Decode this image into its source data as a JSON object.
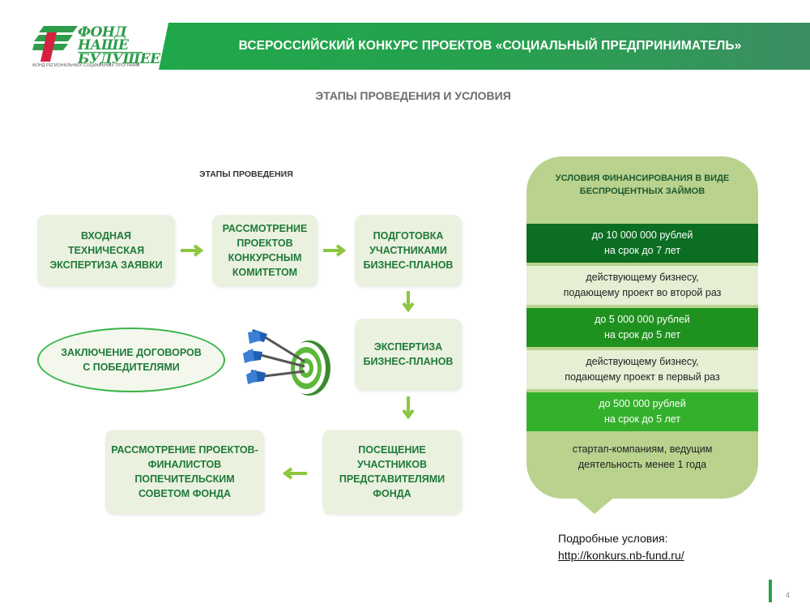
{
  "logo": {
    "line1": "ФОНД",
    "line2": "НАШЕ",
    "line3": "БУДУЩЕЕ",
    "subline": "ФОНД РЕГИОНАЛЬНЫХ СОЦИАЛЬНЫХ ПРОГРАММ"
  },
  "header": {
    "title": "ВСЕРОССИЙСКИЙ КОНКУРС ПРОЕКТОВ «СОЦИАЛЬНЫЙ ПРЕДПРИНИМАТЕЛЬ»"
  },
  "subtitle": "ЭТАПЫ ПРОВЕДЕНИЯ И УСЛОВИЯ",
  "stages": {
    "label": "ЭТАПЫ ПРОВЕДЕНИЯ",
    "items": [
      "ВХОДНАЯ ТЕХНИЧЕСКАЯ ЭКСПЕРТИЗА ЗАЯВКИ",
      "РАССМОТРЕНИЕ ПРОЕКТОВ КОНКУРСНЫМ КОМИТЕТОМ",
      "ПОДГОТОВКА УЧАСТНИКАМИ БИЗНЕС-ПЛАНОВ",
      "ЭКСПЕРТИЗА БИЗНЕС-ПЛАНОВ",
      "ПОСЕЩЕНИЕ УЧАСТНИКОВ ПРЕДСТАВИТЕЛЯМИ ФОНДА",
      "РАССМОТРЕНИЕ ПРОЕКТОВ-ФИНАЛИСТОВ ПОПЕЧИТЕЛЬСКИМ СОВЕТОМ ФОНДА"
    ],
    "final": "ЗАКЛЮЧЕНИЕ ДОГОВОРОВ С ПОБЕДИТЕЛЯМИ"
  },
  "conditions": {
    "title": "УСЛОВИЯ ФИНАНСИРОВАНИЯ В ВИДЕ БЕСПРОЦЕНТНЫХ ЗАЙМОВ",
    "rows": [
      {
        "line1": "до 10 000 000 рублей",
        "line2": "на срок до 7 лет"
      },
      {
        "line1": "действующему бизнесу,",
        "line2": "подающему проект во второй раз"
      },
      {
        "line1": "до 5 000 000 рублей",
        "line2": "на срок до 5 лет"
      },
      {
        "line1": "действующему бизнесу,",
        "line2": "подающему проект в первый раз"
      },
      {
        "line1": "до 500 000 рублей",
        "line2": "на срок до 5 лет"
      },
      {
        "line1": "стартап-компаниям, ведущим",
        "line2": "деятельность менее 1 года"
      }
    ]
  },
  "details": {
    "label": "Подробные условия:",
    "link": "http://konkurs.nb-fund.ru/"
  },
  "page_number": "4",
  "colors": {
    "brand_green": "#27a04f",
    "box_bg": "#ebf1df",
    "panel_bg": "#b9d28e",
    "row_dark_1": "#0b6e22",
    "row_dark_2": "#1f911f",
    "row_dark_3": "#34b12c",
    "arrow": "#8dc63f"
  }
}
